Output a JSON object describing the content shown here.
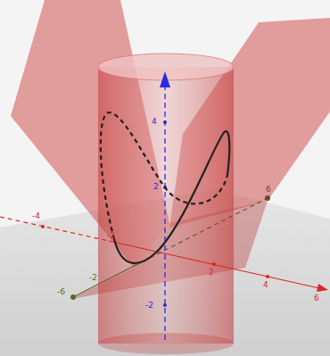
{
  "diagram": {
    "labels": [
      "4",
      "-4",
      "2",
      "6",
      "-2",
      "-2",
      "2",
      "4",
      "6",
      "-6",
      "-2"
    ]
  }
}
